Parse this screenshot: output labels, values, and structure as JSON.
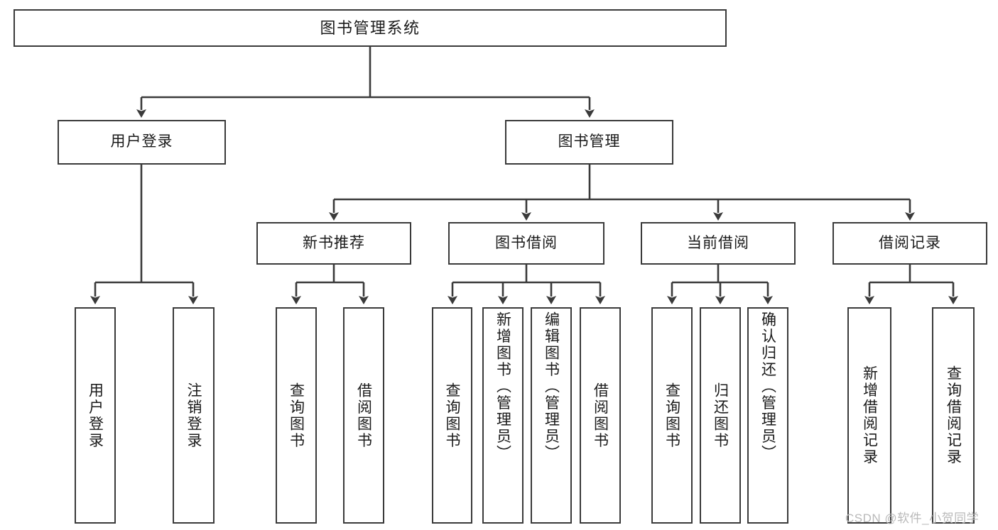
{
  "diagram": {
    "title": "图书管理系统",
    "type": "tree-hierarchy-chart",
    "watermark": "CSDN @软件_小贺同学",
    "colors": {
      "stroke": "#3a3a3a",
      "fill": "#ffffff",
      "text": "#1a1a1a",
      "watermark": "#b9b9b9"
    },
    "root": {
      "label": "图书管理系统"
    },
    "level2": [
      {
        "label": "用户登录"
      },
      {
        "label": "图书管理"
      }
    ],
    "level3": [
      {
        "label": "新书推荐"
      },
      {
        "label": "图书借阅"
      },
      {
        "label": "当前借阅"
      },
      {
        "label": "借阅记录"
      }
    ],
    "leaves": {
      "user_login": [
        {
          "label": "用户登录"
        },
        {
          "label": "注销登录"
        }
      ],
      "new_book_recommend": [
        {
          "label": "查询图书"
        },
        {
          "label": "借阅图书"
        }
      ],
      "book_borrow": [
        {
          "label": "查询图书"
        },
        {
          "label": "新增图书（管理员）"
        },
        {
          "label": "编辑图书（管理员）"
        },
        {
          "label": "借阅图书"
        }
      ],
      "current_borrow": [
        {
          "label": "查询图书"
        },
        {
          "label": "归还图书"
        },
        {
          "label": "确认归还（管理员）"
        }
      ],
      "borrow_record": [
        {
          "label": "新增借阅记录"
        },
        {
          "label": "查询借阅记录"
        }
      ]
    }
  }
}
